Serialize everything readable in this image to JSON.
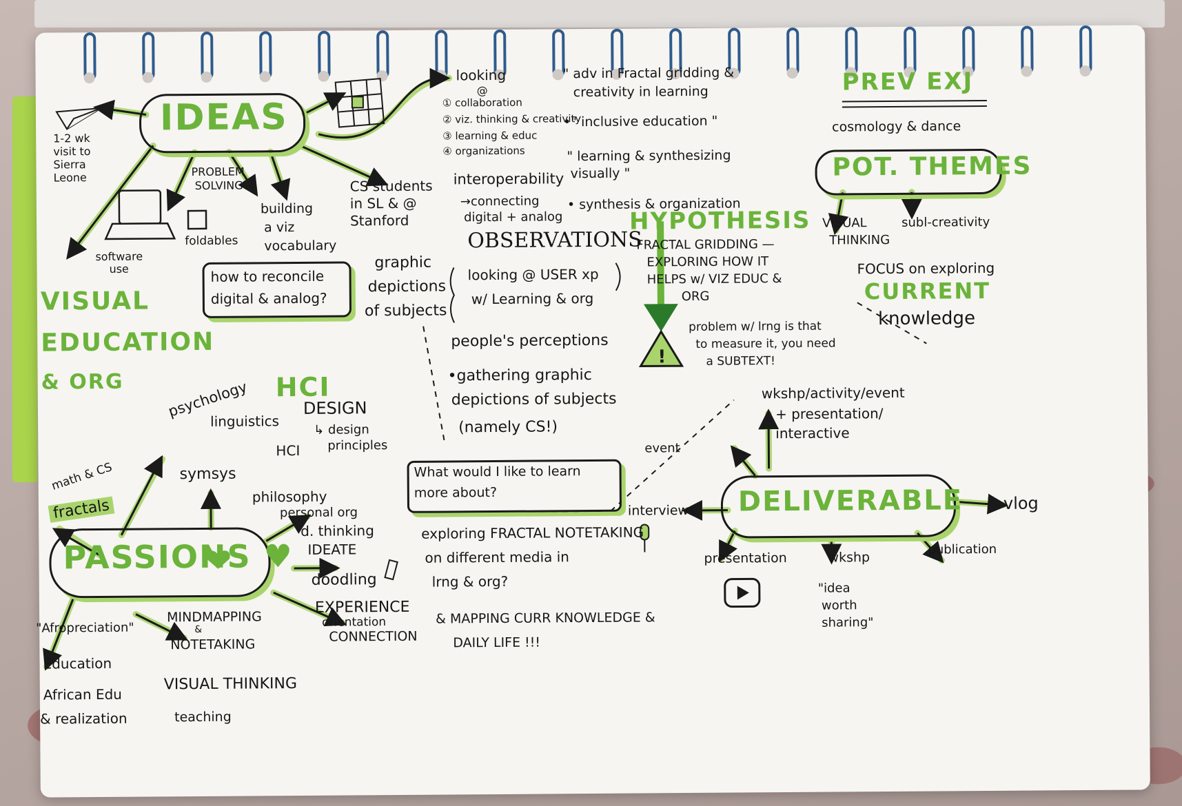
{
  "colors": {
    "accent": "#6bb33a",
    "highlight": "#a9d46c",
    "ink": "#161616",
    "ring": "#2f5b8d"
  },
  "ideas": {
    "title": "IDEAS",
    "visit": [
      "1-2 wk",
      "visit to",
      "Sierra",
      "Leone"
    ],
    "problem": [
      "PROBLEM",
      "SOLVING"
    ],
    "foldables": "foldables",
    "software": [
      "software",
      "use"
    ],
    "building": [
      "building",
      "a viz",
      "vocabulary"
    ],
    "cs_students": [
      "CS students",
      "in SL & @",
      "Stanford"
    ],
    "visual_edu": [
      "VISUAL",
      "EDUCATION",
      "& ORG"
    ],
    "reconcile": [
      "how to reconcile",
      "digital & analog?"
    ],
    "graphic": [
      "graphic",
      "depictions",
      "of subjects"
    ]
  },
  "looking": {
    "header": "looking",
    "at": "@",
    "items": [
      "① collaboration",
      "② viz. thinking & creativity",
      "③ learning & educ",
      "④ organizations"
    ],
    "interop": "interoperability",
    "connecting": [
      "→connecting",
      "digital + analog"
    ]
  },
  "quotes": [
    "\" adv in Fractal gridding &",
    "creativity in learning",
    "•\" inclusive education \"",
    "\" learning & synthesizing",
    "visually \"",
    "• synthesis & organization"
  ],
  "prev": {
    "title": "PREV EXJ",
    "cosmology": "cosmology & dance",
    "themes": "POT. THEMES",
    "visual": [
      "VISUAL",
      "THINKING"
    ],
    "subl": "subl-creativity"
  },
  "hypothesis": {
    "title": "HYPOTHESIS",
    "lines": [
      "FRACTAL GRIDDING —",
      "EXPLORING HOW IT",
      "HELPS w/ VIZ EDUC &",
      "ORG"
    ],
    "problem": [
      "problem w/ lrng is that",
      "to measure it, you need",
      "a SUBTEXT!"
    ]
  },
  "focus": {
    "lines": [
      "FOCUS on exploring"
    ],
    "current": "CURRENT",
    "knowledge": "knowledge"
  },
  "observations": {
    "title": "OBSERVATIONS",
    "lines": [
      "looking @ USER xp",
      "w/ Learning & org",
      "people's perceptions",
      "•gathering graphic",
      "depictions of subjects",
      "(namely CS!)"
    ]
  },
  "hci": {
    "title": "HCI",
    "psych": "psychology",
    "ling": "linguistics",
    "design": "DESIGN",
    "principles": [
      "↳ design",
      "principles"
    ],
    "hci": "HCI",
    "math": "math & CS",
    "fractals": "fractals",
    "symsys": "symsys",
    "philosophy": "philosophy"
  },
  "question": {
    "text": [
      "What would I like to learn",
      "more about?"
    ],
    "answer": [
      "exploring FRACTAL NOTETAKING",
      "on different media in",
      "lrng & org?"
    ],
    "mapping": [
      "& MAPPING CURR KNOWLEDGE &",
      "DAILY LIFE !!!"
    ]
  },
  "passions": {
    "title": "PASSIONS ♥",
    "personal": "personal org",
    "dthinking": [
      "d. thinking",
      "IDEATE"
    ],
    "doodling": "doodling",
    "experience": [
      "EXPERIENCE",
      "orientation",
      "CONNECTION"
    ],
    "afro": "\"Afropreciation\"",
    "mind": [
      "MINDMAPPING",
      "&",
      "NOTETAKING"
    ],
    "education": "Education",
    "african": [
      "African Edu",
      "& realization"
    ],
    "visual": "VISUAL THINKING",
    "teaching": "teaching"
  },
  "deliverable": {
    "title": "DELIVERABLE",
    "event": "event",
    "wkshp_event": [
      "wkshp/activity/event",
      "+ presentation/",
      "interactive"
    ],
    "interviews": "interviews",
    "vlog": "vlog",
    "presentation": "presentation",
    "wkshp": "wkshp",
    "publication": "publication",
    "idea": [
      "\"idea",
      "worth",
      "sharing\""
    ]
  }
}
